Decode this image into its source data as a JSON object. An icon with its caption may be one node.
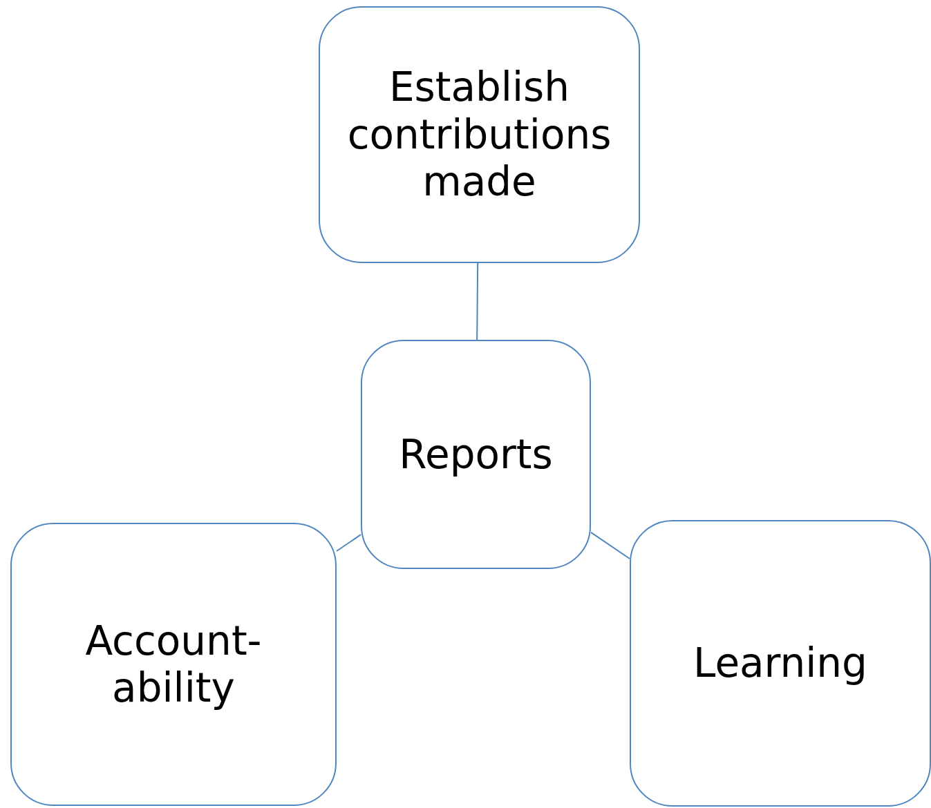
{
  "diagram": {
    "nodes": [
      {
        "text": [
          "Establish contributions made"
        ]
      },
      {
        "text": [
          "Reports"
        ]
      },
      {
        "text": [
          "Account-ability"
        ]
      },
      {
        "text": [
          "Learning"
        ]
      }
    ],
    "edges": [
      {
        "from": 0,
        "to": 1,
        "arrow": "none"
      },
      {
        "from": 1,
        "to": 2,
        "arrow": "none"
      },
      {
        "from": 1,
        "to": 3,
        "arrow": "none"
      }
    ]
  }
}
